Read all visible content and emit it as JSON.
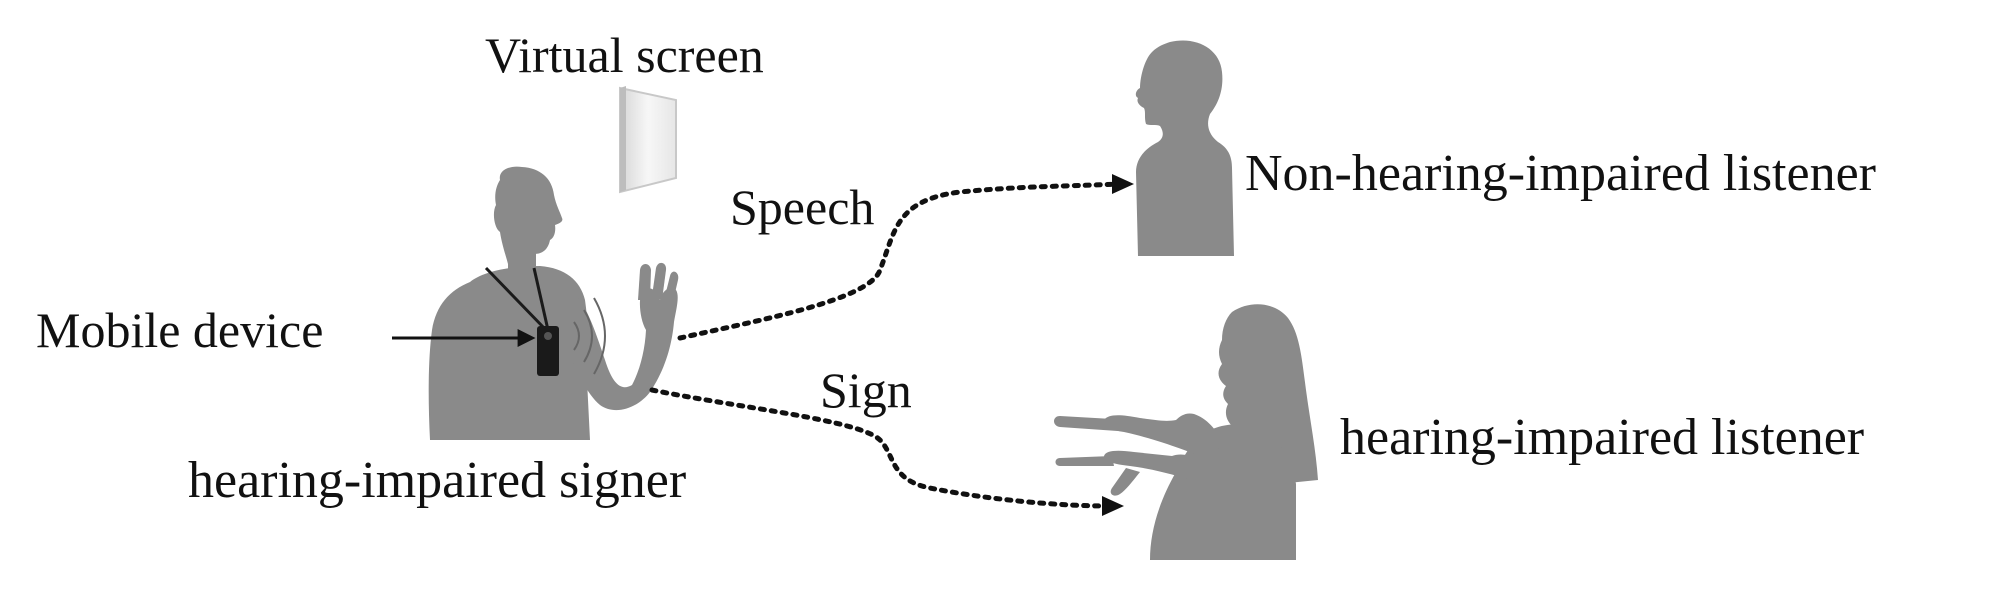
{
  "labels": {
    "virtual_screen": "Virtual screen",
    "speech": "Speech",
    "non_hearing_impaired_listener": "Non-hearing-impaired listener",
    "mobile_device": "Mobile device",
    "sign": "Sign",
    "hearing_impaired_listener": "hearing-impaired listener",
    "hearing_impaired_signer": "hearing-impaired signer"
  },
  "colors": {
    "silhouette": "#8a8a8a",
    "device": "#1a1a1a",
    "lines": "#111111",
    "screen": "#f0f0f0"
  },
  "icons": [
    "signer-silhouette",
    "virtual-screen-icon",
    "mobile-device-icon",
    "sound-waves-icon",
    "listener-silhouette",
    "signing-listener-silhouette"
  ]
}
